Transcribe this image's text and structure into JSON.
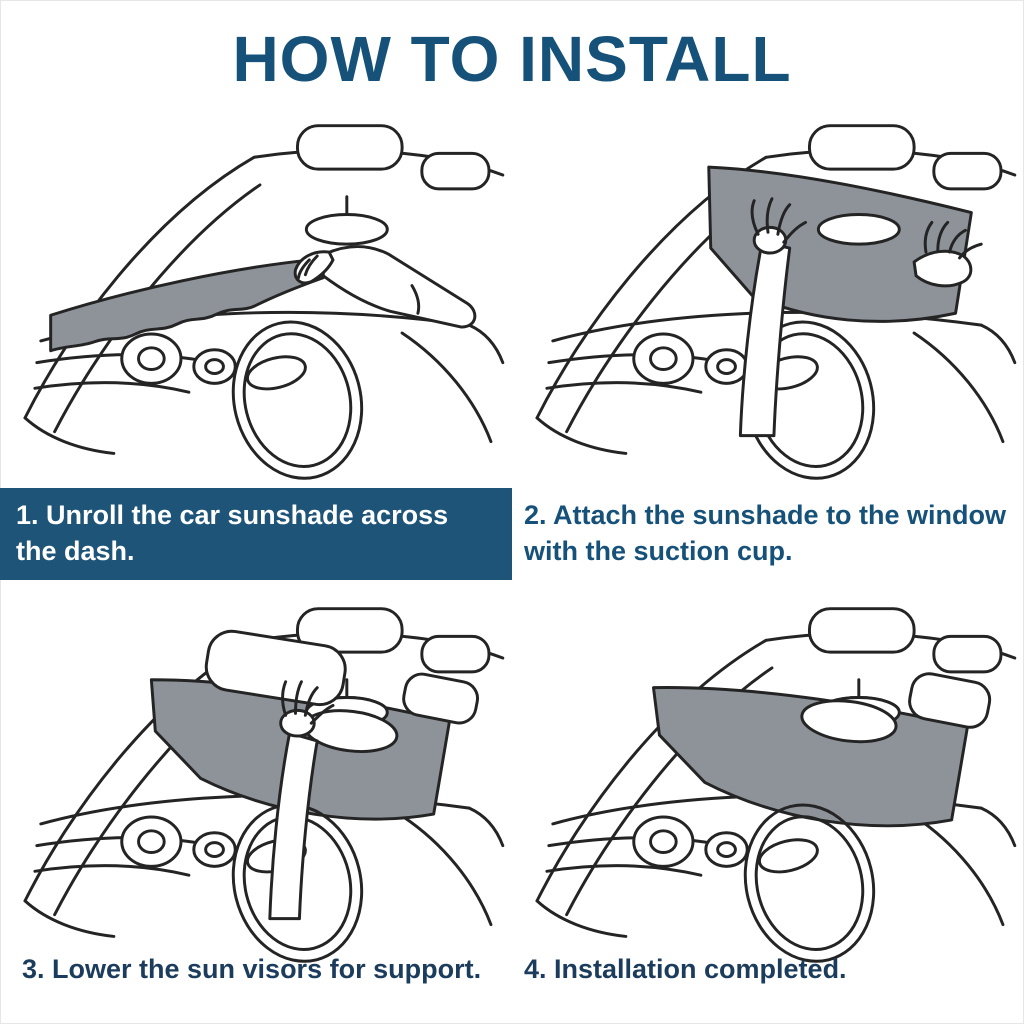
{
  "title": "HOW TO INSTALL",
  "colors": {
    "accent_blue": "#155179",
    "band_background": "#1d5478",
    "caption_dark_navy": "#1b3c5c",
    "sunshade_gray": "#8e939a"
  },
  "steps": [
    {
      "caption": "1. Unroll the car sunshade across the dash.",
      "illustration": "unroll-across-dash"
    },
    {
      "caption": "2. Attach the sunshade to the window with the suction cup.",
      "illustration": "attach-suction-cup"
    },
    {
      "caption": "3. Lower the sun visors for support.",
      "illustration": "lower-sun-visors"
    },
    {
      "caption": "4. Installation completed.",
      "illustration": "installation-completed"
    }
  ]
}
